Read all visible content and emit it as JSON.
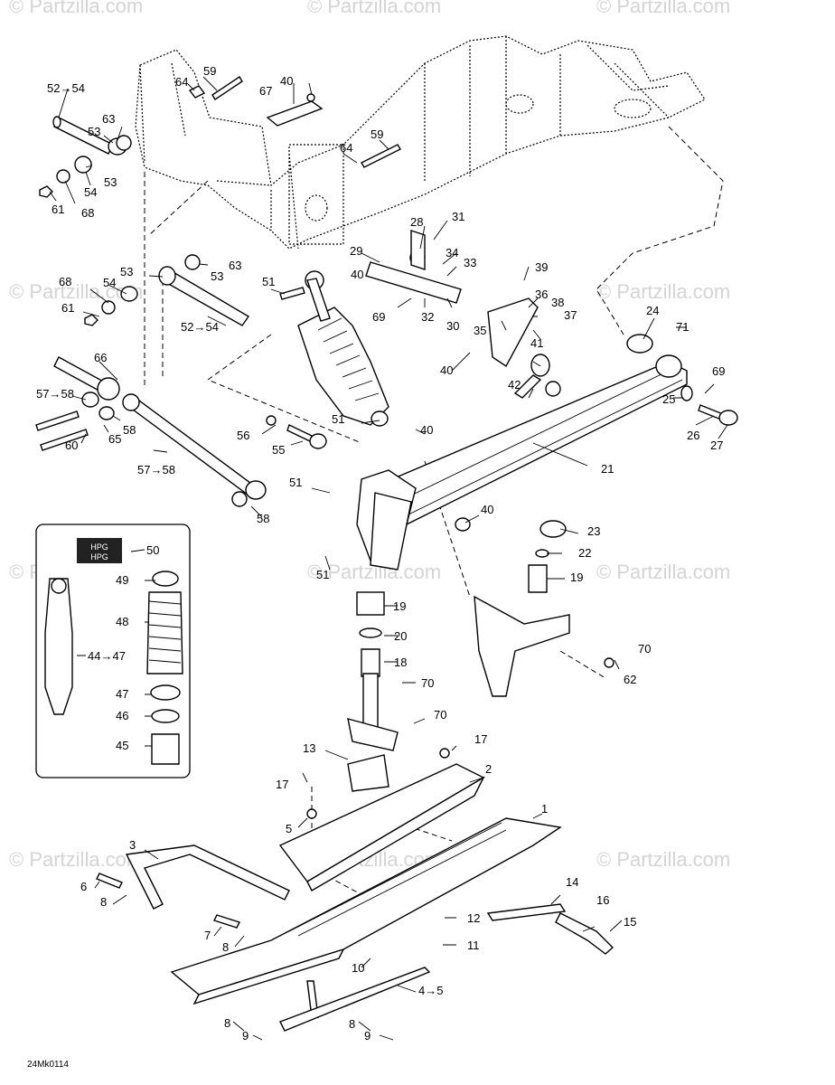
{
  "watermark": "© Partzilla.com",
  "figure_code": "24Mk0114",
  "labels": {
    "l52_54a": "52→54",
    "l59a": "59",
    "l64a": "64",
    "l67": "67",
    "l40a": "40",
    "l63a": "63",
    "l53a": "53",
    "l53b": "53",
    "l54a": "54",
    "l61a": "61",
    "l68a": "68",
    "l64b": "64",
    "l59b": "59",
    "l28": "28",
    "l31": "31",
    "l29": "29",
    "l34": "34",
    "l33": "33",
    "l40b": "40",
    "l53c": "53",
    "l63b": "63",
    "l53d": "53",
    "l68b": "68",
    "l54b": "54",
    "l61b": "61",
    "l52_54b": "52→54",
    "l51a": "51",
    "l69a": "69",
    "l32": "32",
    "l30": "30",
    "l39": "39",
    "l36": "36",
    "l38": "38",
    "l37": "37",
    "l35": "35",
    "l41": "41",
    "l40c": "40",
    "l42": "42",
    "l24": "24",
    "l71": "71",
    "l69b": "69",
    "l25": "25",
    "l26": "26",
    "l27": "27",
    "l66": "66",
    "l57_58a": "57→58",
    "l58a": "58",
    "l60": "60",
    "l65": "65",
    "l56": "56",
    "l55": "55",
    "l51b": "51",
    "l40d": "40",
    "l57_58b": "57→58",
    "l21": "21",
    "l51c": "51",
    "l58b": "58",
    "l40e": "40",
    "l51d": "51",
    "l23": "23",
    "l22": "22",
    "l19a": "19",
    "l19b": "19",
    "l20": "20",
    "l18": "18",
    "l70a": "70",
    "l70b": "70",
    "l70c": "70",
    "l62": "62",
    "l50": "50",
    "l49": "49",
    "l48": "48",
    "l44_47": "44→47",
    "l47": "47",
    "l46": "46",
    "l45": "45",
    "l13": "13",
    "l17a": "17",
    "l17b": "17",
    "l2": "2",
    "l5": "5",
    "l1": "1",
    "l3": "3",
    "l6": "6",
    "l8a": "8",
    "l7": "7",
    "l8b": "8",
    "l14": "14",
    "l16": "16",
    "l15": "15",
    "l12": "12",
    "l11": "11",
    "l10": "10",
    "l4_5": "4→5",
    "l8c": "8",
    "l9a": "9",
    "l8d": "8",
    "l9b": "9"
  },
  "sticker_text": "HPG"
}
